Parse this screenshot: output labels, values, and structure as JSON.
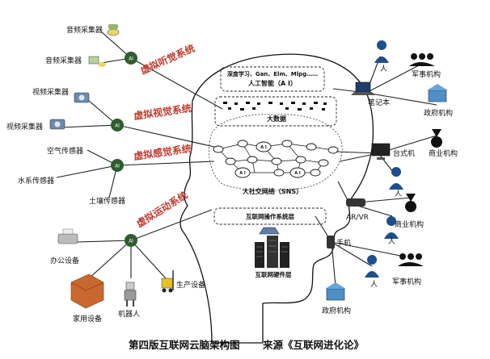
{
  "caption": {
    "title": "第四版互联网云脑架构图",
    "source": "来源《互联网进化论》"
  },
  "head": {
    "layer_ml": "深度学习、Gan、Elm、Mlpg……",
    "layer_ai": "人工智能（A I）",
    "layer_bigdata": "大数据",
    "layer_sns": "大社交网络（SNS）",
    "layer_os": "互联网操作系统层",
    "layer_hw": "互联网硬件层",
    "ai_node": "A I"
  },
  "systems": {
    "hearing": "虚拟听觉系统",
    "vision": "虚拟视觉系统",
    "sense": "虚拟感觉系统",
    "motion": "虚拟运动系统"
  },
  "devices_left": {
    "audio1": "音频采集器",
    "audio2": "音频采集器",
    "video1": "视频采集器",
    "video2": "视频采集器",
    "air": "空气传感器",
    "water": "水系传感器",
    "soil": "土壤传感器",
    "office": "办公设备",
    "home": "家用设备",
    "robot": "机器人",
    "production": "生产设备"
  },
  "devices_right": {
    "person1": "人",
    "military1": "军事机构",
    "laptop": "笔记本",
    "gov1": "政府机构",
    "desktop": "台式机",
    "business1": "商业机构",
    "person2": "人",
    "arvr": "AR/VR",
    "business2": "商业机构",
    "person3": "人",
    "phone": "手机",
    "person4": "人",
    "military2": "军事机构",
    "gov2": "政府机构"
  },
  "hub_label": "AI",
  "colors": {
    "accent_red": "#c0392b",
    "hub_green": "#2f5d2f",
    "person_blue": "#1f4e8c"
  }
}
